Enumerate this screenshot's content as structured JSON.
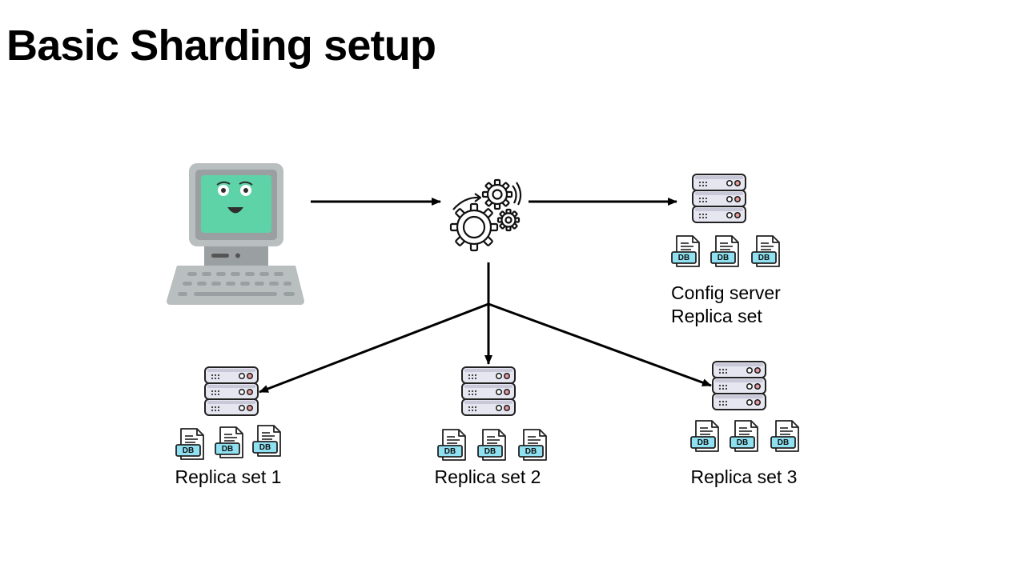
{
  "title": "Basic Sharding setup",
  "config": {
    "line1": "Config server",
    "line2": "Replica set"
  },
  "replica_sets": [
    {
      "label": "Replica set 1"
    },
    {
      "label": "Replica set 2"
    },
    {
      "label": "Replica set 3"
    }
  ],
  "db_badge": "DB",
  "icons": {
    "client": "computer-icon",
    "router": "gears-icon",
    "server": "server-rack-icon",
    "db": "db-file-icon"
  },
  "colors": {
    "screen": "#5fd3a8",
    "monitor": "#9aa0a2",
    "server_body": "#e6e6f0",
    "db_badge": "#8fe0f0",
    "led": "#e89a9a"
  }
}
